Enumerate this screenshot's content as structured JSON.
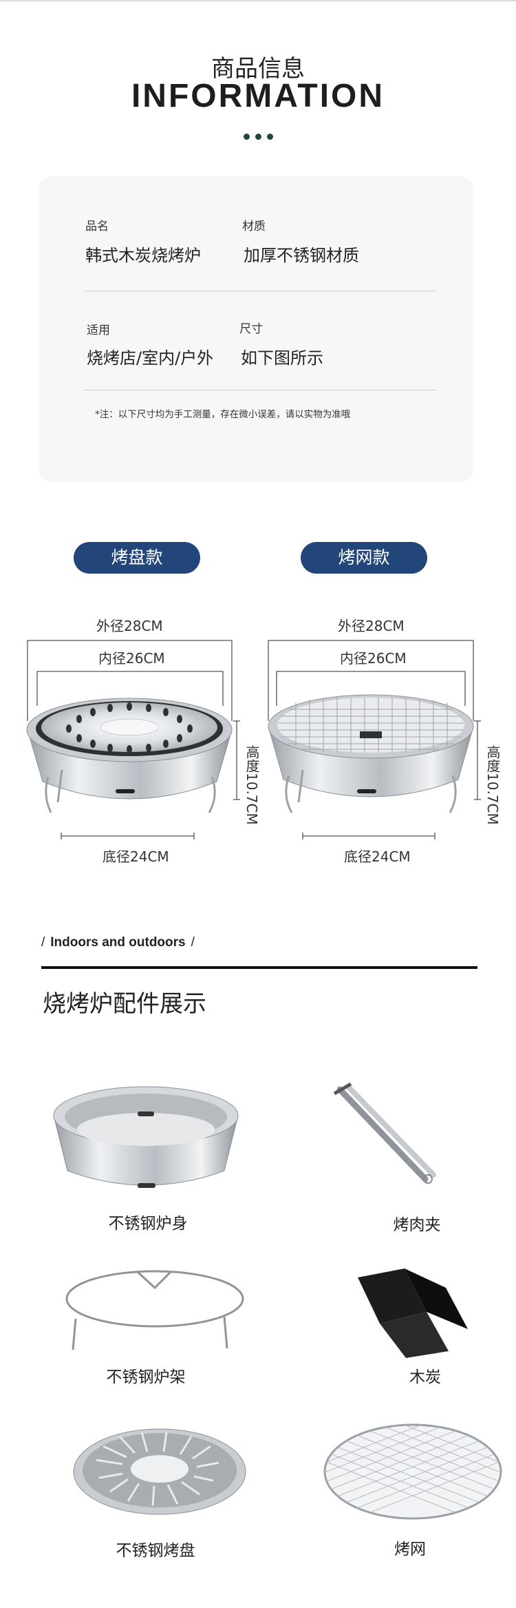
{
  "header": {
    "cn_title": "商品信息",
    "en_title": "INFORMATION"
  },
  "info": {
    "name_label": "品名",
    "name_value": "韩式木炭烧烤炉",
    "material_label": "材质",
    "material_value": "加厚不锈钢材质",
    "use_label": "适用",
    "use_value": "烧烤店/室内/户外",
    "size_label": "尺寸",
    "size_value": "如下图所示",
    "note": "*注：以下尺寸均为手工测量，存在微小误差，请以实物为准哦"
  },
  "variants": [
    {
      "label": "烤盘款",
      "outer": "外径28CM",
      "inner": "内径26CM",
      "height": "高度10.7CM",
      "base": "底径24CM"
    },
    {
      "label": "烤网款",
      "outer": "外径28CM",
      "inner": "内径26CM",
      "height": "高度10.7CM",
      "base": "底径24CM"
    }
  ],
  "section_bar": {
    "text": "Indoors and outdoors",
    "slash": "/"
  },
  "accessories": {
    "title": "烧烤炉配件展示",
    "items": [
      {
        "label": "不锈钢炉身"
      },
      {
        "label": "烤肉夹"
      },
      {
        "label": "不锈钢炉架"
      },
      {
        "label": "木炭"
      },
      {
        "label": "不锈钢烤盘"
      },
      {
        "label": "烤网"
      }
    ]
  },
  "colors": {
    "pill": "#23467a",
    "dots": "#23453d",
    "card": "#f7f7f7"
  }
}
